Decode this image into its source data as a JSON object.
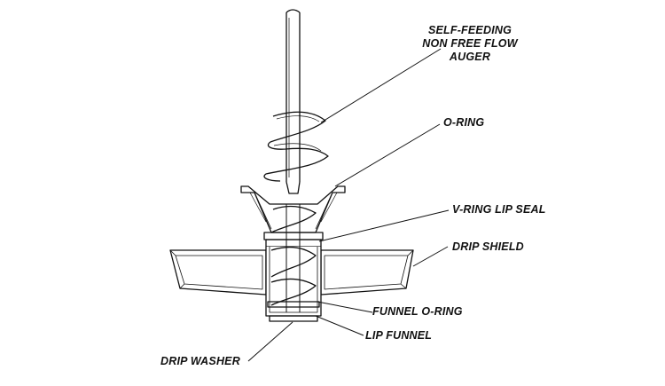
{
  "labels": {
    "auger_line1": "SELF-FEEDING",
    "auger_line2": "NON FREE FLOW",
    "auger_line3": "AUGER",
    "o_ring": "O-RING",
    "v_ring": "V-RING LIP SEAL",
    "drip_shield": "DRIP SHIELD",
    "funnel_o_ring": "FUNNEL O-RING",
    "lip_funnel": "LIP FUNNEL",
    "drip_washer": "DRIP WASHER"
  },
  "colors": {
    "ink": "#111111",
    "paper": "#ffffff",
    "shade": "#c8c8c8"
  }
}
